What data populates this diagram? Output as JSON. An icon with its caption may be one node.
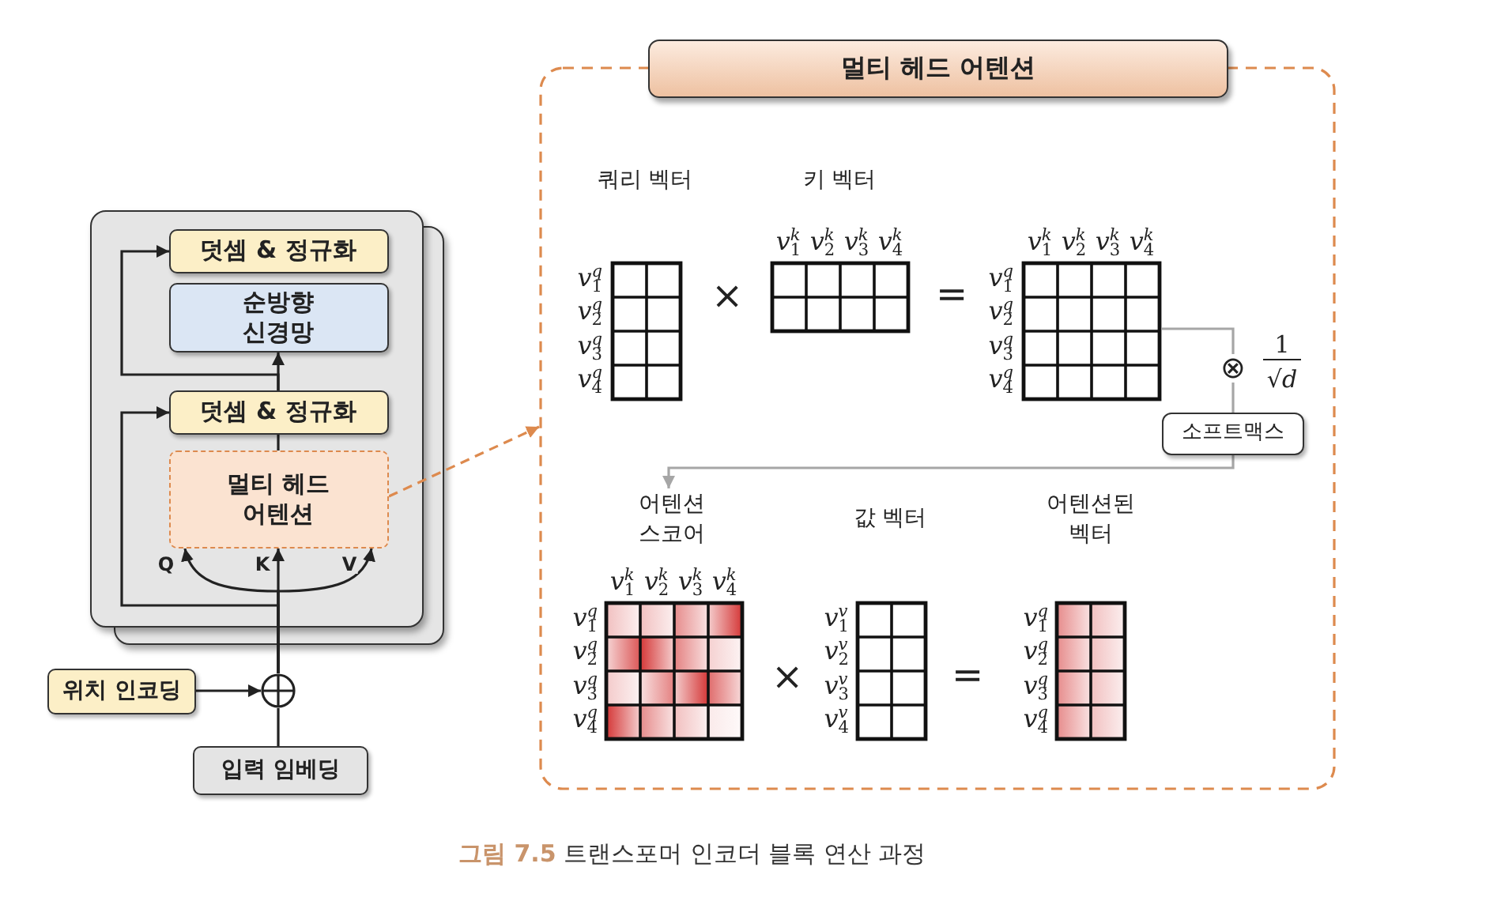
{
  "diagram": {
    "caption": "**그림 7.5** 트랜스포머 인코더 블록 연산 과정",
    "nodes": [
      {
        "text": [],
        "shape": "box"
      },
      {
        "text": [
          "덧셈 & 정규화"
        ],
        "in": 0
      },
      {
        "text": [
          "순방향 신경망"
        ],
        "in": 0
      },
      {
        "text": [
          "덧셈 & 정규화"
        ],
        "in": 0
      },
      {
        "text": [
          "멀티 헤드 어텐션"
        ],
        "in": 0
      },
      {
        "text": [
          "위치 인코딩"
        ]
      },
      {
        "text": [],
        "shape": "circle"
      },
      {
        "text": [
          "입력 임베딩"
        ]
      },
      {
        "text": [
          "멀티 헤드 어텐션"
        ]
      },
      {
        "text": [
          "쿼리 벡터"
        ],
        "beside": [
          "v$^{q}$$_{1}$",
          "v$^{q}$$_{2}$",
          "v$^{q}$$_{3}$",
          "v$^{q}$$_{4}$"
        ],
        "in": 8
      },
      {
        "text": [
          "키 벡터"
        ],
        "beside": [
          "v$^{k}$$_{1}$",
          "v$^{k}$$_{2}$",
          "v$^{k}$$_{3}$",
          "v$^{k}$$_{4}$"
        ],
        "in": 8
      },
      {
        "text": [],
        "shape": "grid",
        "beside": [
          "v$^{k}$$_{1}$",
          "v$^{k}$$_{2}$",
          "v$^{k}$$_{3}$",
          "v$^{k}$$_{4}$",
          "v$^{q}$$_{1}$",
          "v$^{q}$$_{2}$",
          "v$^{q}$$_{3}$",
          "v$^{q}$$_{4}$"
        ],
        "in": 8
      },
      {
        "text": [
          "⊗"
        ],
        "beside": [
          "1",
          "√*d*"
        ],
        "in": 8
      },
      {
        "text": [
          "소프트맥스"
        ],
        "in": 8
      },
      {
        "text": [
          "어텐션 스코어"
        ],
        "beside": [
          "v$^{k}$$_{1}$",
          "v$^{k}$$_{2}$",
          "v$^{k}$$_{3}$",
          "v$^{k}$$_{4}$",
          "v$^{q}$$_{1}$",
          "v$^{q}$$_{2}$",
          "v$^{q}$$_{3}$",
          "v$^{q}$$_{4}$"
        ],
        "in": 8
      },
      {
        "text": [
          "값 벡터"
        ],
        "beside": [
          "v$^{v}$$_{1}$",
          "v$^{v}$$_{2}$",
          "v$^{v}$$_{3}$",
          "v$^{v}$$_{4}$"
        ],
        "in": 8
      },
      {
        "text": [
          "어텐션된 벡터"
        ],
        "beside": [
          "v$^{q}$$_{1}$",
          "v$^{q}$$_{2}$",
          "v$^{q}$$_{3}$",
          "v$^{q}$$_{4}$"
        ],
        "in": 8
      }
    ],
    "edges": [
      {
        "from": 5,
        "to": 6,
        "arrow": "to"
      },
      {
        "from": 7,
        "to": 6,
        "arrow": "none"
      },
      {
        "from": 6,
        "to": 4,
        "arrow": "to",
        "label": "Q"
      },
      {
        "from": 6,
        "to": 4,
        "arrow": "to",
        "label": "K"
      },
      {
        "from": 6,
        "to": 4,
        "arrow": "to",
        "label": "V"
      },
      {
        "from": 6,
        "to": 3,
        "arrow": "to"
      },
      {
        "from": 4,
        "to": 3,
        "arrow": "none"
      },
      {
        "from": 3,
        "to": 2,
        "arrow": "to"
      },
      {
        "from": 3,
        "to": 1,
        "arrow": "to"
      },
      {
        "from": 4,
        "to": 8,
        "arrow": "to",
        "style": "dashed",
        "color": "#dd8a4e"
      },
      {
        "from": 11,
        "to": 12,
        "arrow": "none",
        "color": "#a6a6a6"
      },
      {
        "from": 12,
        "to": 13,
        "arrow": "none",
        "color": "#a6a6a6"
      },
      {
        "from": 13,
        "to": 14,
        "arrow": "to",
        "color": "#a6a6a6"
      }
    ],
    "labels": [
      "×",
      "=",
      "×",
      "="
    ]
  }
}
